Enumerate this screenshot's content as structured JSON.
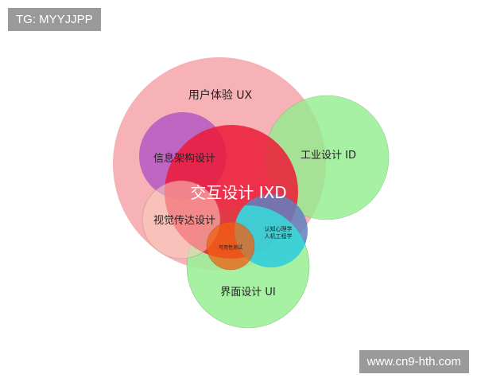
{
  "watermarks": {
    "top_left": "TG: MYYJJPP",
    "bottom_right": "www.cn9-hth.com"
  },
  "diagram": {
    "circles": {
      "ux": {
        "label": "用户体验 UX",
        "color": "#f6aeb2"
      },
      "ui": {
        "label": "界面设计  UI",
        "color": "#9ef09a"
      },
      "id": {
        "label": "工业设计 ID",
        "color": "#92ee8e"
      },
      "ia": {
        "label": "信息架构设计",
        "color": "#a845c8"
      },
      "ixd": {
        "label": "交互设计 IXD",
        "color": "#ec1a38"
      },
      "vc": {
        "label": "视觉传达设计",
        "color": "#fbd0c0"
      },
      "cog": {
        "label_line1": "认知心理学",
        "label_line2": "人机工程学",
        "color": "#5f80c0"
      },
      "usability": {
        "label": "可用性测试",
        "color": "#f06010"
      }
    },
    "cyan_overlap_color": "#30e8e0"
  }
}
